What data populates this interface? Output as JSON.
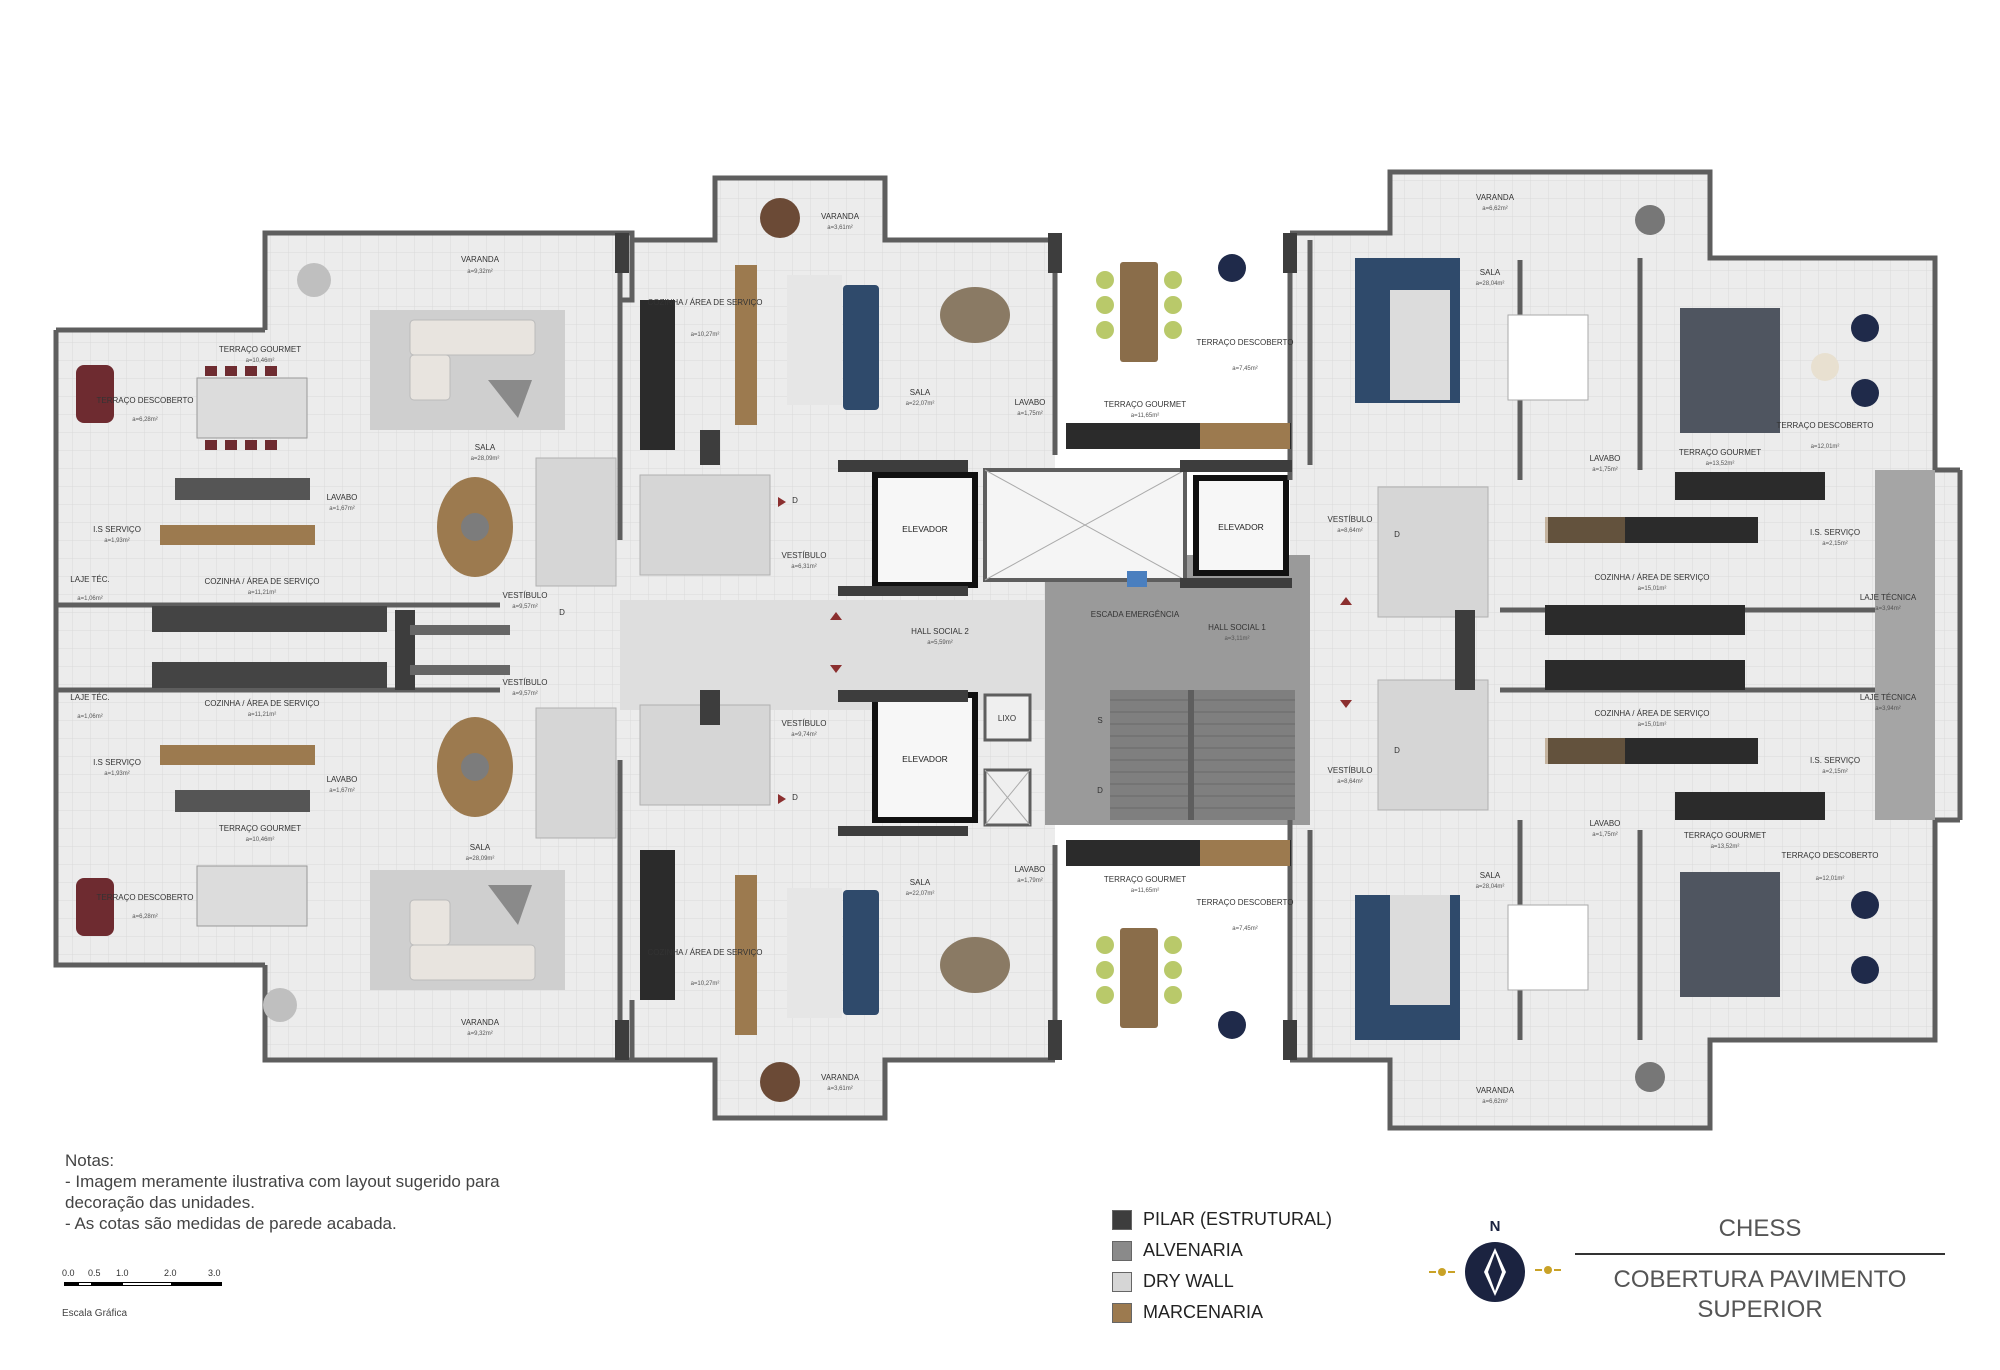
{
  "project": "CHESS",
  "plan_title": "COBERTURA PAVIMENTO SUPERIOR",
  "notes": {
    "heading": "Notas:",
    "lines": [
      "- Imagem meramente ilustrativa com layout sugerido para",
      "decoração das unidades.",
      "- As cotas são medidas de parede acabada."
    ]
  },
  "scale": {
    "ticks": [
      "0.0",
      "0.5",
      "1.0",
      "2.0",
      "3.0"
    ],
    "label": "Escala Gráfica"
  },
  "legend": [
    {
      "label": "PILAR (ESTRUTURAL)",
      "color": "#3d3d3d"
    },
    {
      "label": "ALVENARIA",
      "color": "#8a8a8a"
    },
    {
      "label": "DRY WALL",
      "color": "#d6d6d6"
    },
    {
      "label": "MARCENARIA",
      "color": "#9c7a4f"
    }
  ],
  "north_label": "N",
  "colors": {
    "wall": "#5e5e5e",
    "floor": "#e9e9e9",
    "floor_tile": "#dcdcdc",
    "stair": "#d4d4d4",
    "core": "#9a9a9a",
    "wood": "#9c7a4f",
    "sofa_blue": "#2f4a6b",
    "chair_red": "#6e2b30",
    "chair_green": "#b9c96a",
    "plant": "#3d6b2f",
    "door_red": "#8b2f2f"
  },
  "rooms": {
    "varanda_a": {
      "name": "VARANDA",
      "area": "a=9,32m²"
    },
    "terraco_gourmet_a": {
      "name": "TERRAÇO GOURMET",
      "area": "a=10,46m²"
    },
    "terraco_descoberto_a": {
      "name": "TERRAÇO DESCOBERTO",
      "area": "a=6,28m²"
    },
    "sala_a": {
      "name": "SALA",
      "area": "a=28,09m²"
    },
    "is_servico_a": {
      "name": "I.S SERVIÇO",
      "area": "a=1,93m²"
    },
    "lavabo_a": {
      "name": "LAVABO",
      "area": "a=1,67m²"
    },
    "cozinha_a": {
      "name": "COZINHA / ÁREA DE SERVIÇO",
      "area": "a=11,21m²"
    },
    "laje_tec_a": {
      "name": "LAJE TÉC.",
      "area": "a=1,06m²"
    },
    "vestibulo_a": {
      "name": "VESTÍBULO",
      "area": "a=9,57m²"
    },
    "varanda_b": {
      "name": "VARANDA",
      "area": "a=3,61m²"
    },
    "cozinha_b": {
      "name": "COZINHA / ÁREA DE SERVIÇO",
      "area": "a=10,27m²"
    },
    "sala_b": {
      "name": "SALA",
      "area": "a=22,07m²"
    },
    "vestibulo_b_top": {
      "name": "VESTÍBULO",
      "area": "a=6,31m²"
    },
    "vestibulo_b_bottom": {
      "name": "VESTÍBULO",
      "area": "a=9,74m²"
    },
    "lavabo_b": {
      "name": "LAVABO",
      "area": "a=1,75m²"
    },
    "lavabo_b_bottom": {
      "name": "LAVABO",
      "area": "a=1,79m²"
    },
    "terraco_gourmet_b": {
      "name": "TERRAÇO GOURMET",
      "area": "a=11,65m²"
    },
    "terraco_descoberto_b": {
      "name": "TERRAÇO DESCOBERTO",
      "area": "a=7,45m²"
    },
    "hall_social_2": {
      "name": "HALL SOCIAL 2",
      "area": "a=5,59m²"
    },
    "hall_social_1": {
      "name": "HALL SOCIAL 1",
      "area": "a=3,11m²"
    },
    "escada": {
      "name": "ESCADA EMERGÊNCIA"
    },
    "elevador": "ELEVADOR",
    "lixo": "LIXO",
    "vestibulo_c": {
      "name": "VESTÍBULO",
      "area": "a=8,64m²"
    },
    "varanda_c": {
      "name": "VARANDA",
      "area": "a=6,62m²"
    },
    "sala_c": {
      "name": "SALA",
      "area": "a=28,04m²"
    },
    "terraco_descoberto_c": {
      "name": "TERRAÇO DESCOBERTO",
      "area": "a=12,01m²"
    },
    "terraco_gourmet_c": {
      "name": "TERRAÇO GOURMET",
      "area": "a=13,52m²"
    },
    "lavabo_c": {
      "name": "LAVABO",
      "area": "a=1,75m²"
    },
    "is_servico_c": {
      "name": "I.S. SERVIÇO",
      "area": "a=2,15m²"
    },
    "cozinha_c": {
      "name": "COZINHA / ÁREA DE SERVIÇO",
      "area": "a=15,01m²"
    },
    "laje_tecnica_c": {
      "name": "LAJE TÉCNICA",
      "area": "a=3,94m²"
    },
    "stair_d": "D",
    "stair_s": "S"
  }
}
